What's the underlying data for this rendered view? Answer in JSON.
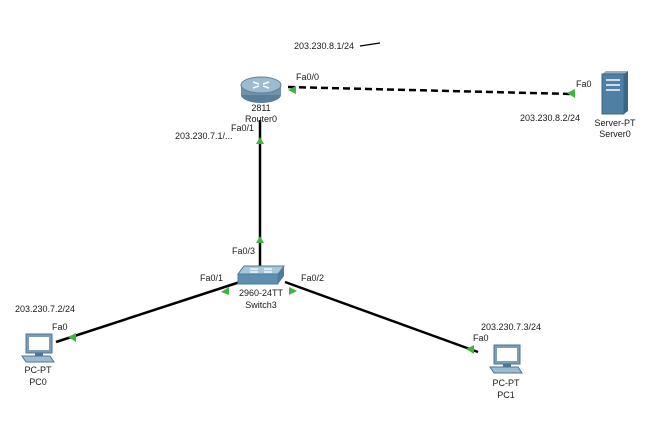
{
  "devices": {
    "router": {
      "model": "2811",
      "name": "Router0"
    },
    "switch": {
      "model": "2960-24TT",
      "name": "Switch3"
    },
    "server": {
      "model": "Server-PT",
      "name": "Server0"
    },
    "pc0": {
      "model": "PC-PT",
      "name": "PC0"
    },
    "pc1": {
      "model": "PC-PT",
      "name": "PC1"
    }
  },
  "ports": {
    "router_fa00": "Fa0/0",
    "router_fa01": "Fa0/1",
    "server_fa0": "Fa0",
    "switch_fa03": "Fa0/3",
    "switch_fa01": "Fa0/1",
    "switch_fa02": "Fa0/2",
    "pc0_fa0": "Fa0",
    "pc1_fa0": "Fa0"
  },
  "addresses": {
    "router_fa00": "203.230.8.1/24",
    "router_fa01": "203.230.7.1/...",
    "server": "203.230.8.2/24",
    "pc0": "203.230.7.2/24",
    "pc1": "203.230.7.3/24"
  },
  "colors": {
    "link": "#000000",
    "link_up": "#3fb43f",
    "router_body": "#7f9fb6",
    "switch_body": "#6d9bb7",
    "server_body": "#4f7fa3",
    "pc_body": "#8fb0c7"
  },
  "links": [
    {
      "from": "router0",
      "to": "server0",
      "style": "dashed"
    },
    {
      "from": "router0",
      "to": "switch3",
      "style": "solid"
    },
    {
      "from": "switch3",
      "to": "pc0",
      "style": "solid"
    },
    {
      "from": "switch3",
      "to": "pc1",
      "style": "solid"
    }
  ]
}
